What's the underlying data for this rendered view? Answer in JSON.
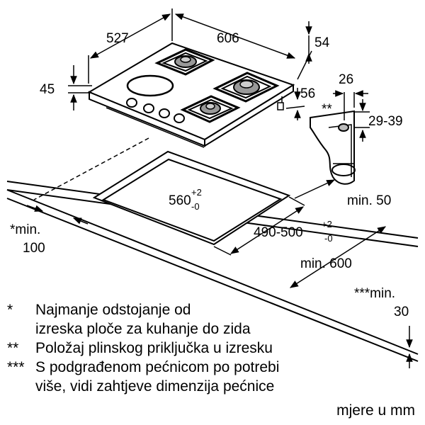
{
  "dimensions": {
    "depth": "527",
    "width": "606",
    "top_right": "54",
    "height": "45",
    "side_offset": "56",
    "connector_offset": "26",
    "connector_height": "29-39",
    "connector_mark": "**",
    "cutout_width": "560",
    "cutout_width_tol_plus": "+2",
    "cutout_width_tol_minus": "-0",
    "cutout_depth": "490-500",
    "cutout_depth_tol_plus": "+2",
    "cutout_depth_tol_minus": "-0",
    "min_rear": "min. 50",
    "min_wall_label": "*min.",
    "min_wall_value": "100",
    "min_front": "min. 600",
    "min_oven_label": "***min.",
    "min_oven_value": "30"
  },
  "notes": [
    {
      "mark": "*",
      "text": "Najmanje odstojanje od"
    },
    {
      "mark": "",
      "text": "izreska ploče za kuhanje do zida"
    },
    {
      "mark": "**",
      "text": "Položaj plinskog priključka u izresku"
    },
    {
      "mark": "***",
      "text": "S podgrađenom pećnicom po potrebi"
    },
    {
      "mark": "",
      "text": "više, vidi zahtjeve dimenzija pećnice"
    }
  ],
  "units": "mjere u mm"
}
